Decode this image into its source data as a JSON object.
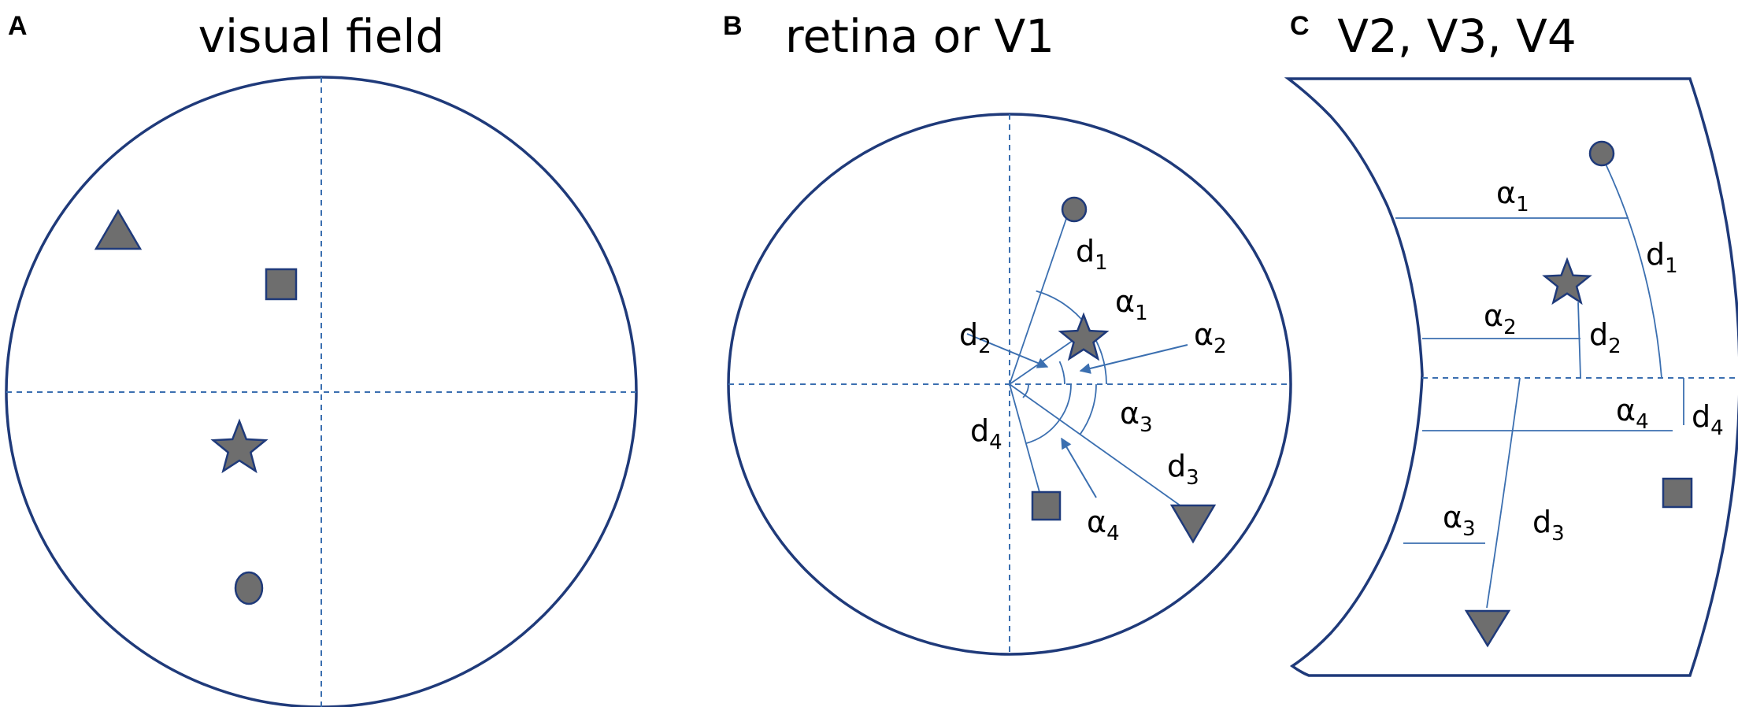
{
  "panels": [
    {
      "letter": "A",
      "title": "visual field"
    },
    {
      "letter": "B",
      "title": "retina or V1"
    },
    {
      "letter": "C",
      "title": "V2, V3, V4"
    }
  ],
  "labels": {
    "d_base": "d",
    "alpha_base": "α",
    "i1": "1",
    "i2": "2",
    "i3": "3",
    "i4": "4"
  },
  "colors": {
    "outline": "#1f3a7a",
    "guide": "#3b6fb0",
    "shape_fill": "#6e6e6e"
  },
  "objects": [
    "triangle",
    "square",
    "star",
    "circle"
  ]
}
